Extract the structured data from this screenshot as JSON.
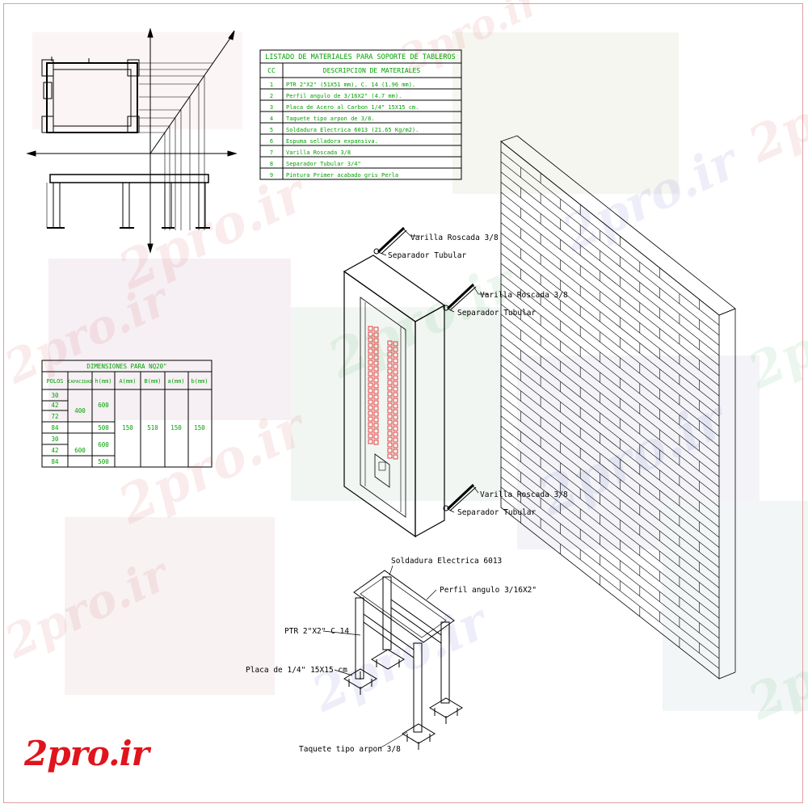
{
  "watermark": "2pro.ir",
  "logo": "2pro.ir",
  "materials_table": {
    "title": "LISTADO DE MATERIALES PARA SOPORTE DE TABLEROS",
    "col_cc": "CC",
    "col_desc": "DESCRIPCION DE MATERIALES",
    "rows": [
      {
        "n": "1",
        "desc": "PTR 2\"X2\" (51X51 mm), C. 14 (1.96 mm)."
      },
      {
        "n": "2",
        "desc": "Perfil angulo de 3/16X2\" (4.7 mm)."
      },
      {
        "n": "3",
        "desc": "Placa de Acero al Carbon 1/4\" 15X15 cm."
      },
      {
        "n": "4",
        "desc": "Taquete tipo arpon de 3/8."
      },
      {
        "n": "5",
        "desc": "Soldadura Electrica 6013 (21.65 Kg/m2)."
      },
      {
        "n": "6",
        "desc": "Espuma selladora expansiva."
      },
      {
        "n": "7",
        "desc": "Varilla Roscada 3/8"
      },
      {
        "n": "8",
        "desc": "Separador Tubular 3/4\""
      },
      {
        "n": "9",
        "desc": "Pintura Primer acabado gris Perla"
      }
    ]
  },
  "dimensions_table": {
    "title": "DIMENSIONES PARA NQ20\"",
    "headers": [
      "POLOS",
      "CAPACIDAD",
      "h(mm)",
      "A(mm)",
      "B(mm)",
      "a(mm)",
      "b(mm)"
    ],
    "polos": [
      "30",
      "42",
      "72",
      "84",
      "30",
      "42",
      "84"
    ],
    "capacidad": [
      "400",
      "600"
    ],
    "h": [
      "600",
      "500",
      "600",
      "500"
    ],
    "a_mm": "150",
    "b_mm": "510",
    "a2_mm": "150",
    "b2_mm": "150"
  },
  "labels": {
    "varilla_1": "Varilla Roscada 3/8",
    "separador_1": "Separador Tubular",
    "varilla_2": "Varilla Roscada 3/8",
    "separador_2": "Separador Tubular",
    "varilla_3": "Varilla Roscada 3/8",
    "separador_3": "Separador Tubular",
    "soldadura": "Soldadura Electrica 6013",
    "perfil": "Perfil angulo 3/16X2\"",
    "ptr": "PTR 2\"X2\" C 14",
    "placa": "Placa de 1/4\" 15X15 cm",
    "taquete": "Taquete tipo arpon 3/8"
  },
  "colors": {
    "line": "#000000",
    "table_text": "#00a000",
    "breaker": "#e03030",
    "logo": "#e0141c"
  }
}
